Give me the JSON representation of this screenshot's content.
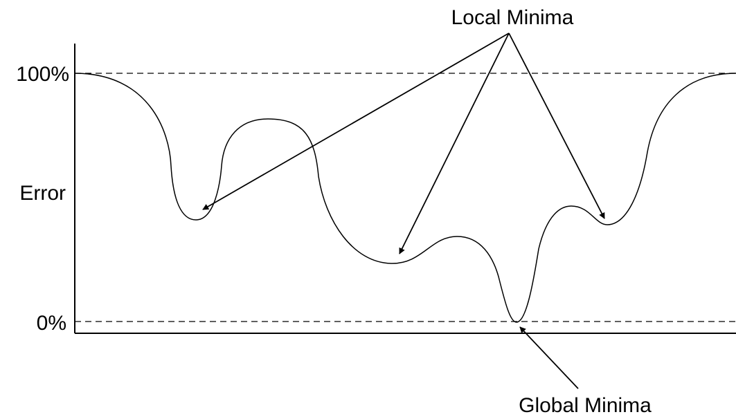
{
  "labels": {
    "y_top": "100%",
    "y_bottom": "0%",
    "y_axis": "Error",
    "local_minima": "Local Minima",
    "global_minima": "Global Minima"
  },
  "colors": {
    "line": "#000000",
    "background": "#ffffff"
  }
}
